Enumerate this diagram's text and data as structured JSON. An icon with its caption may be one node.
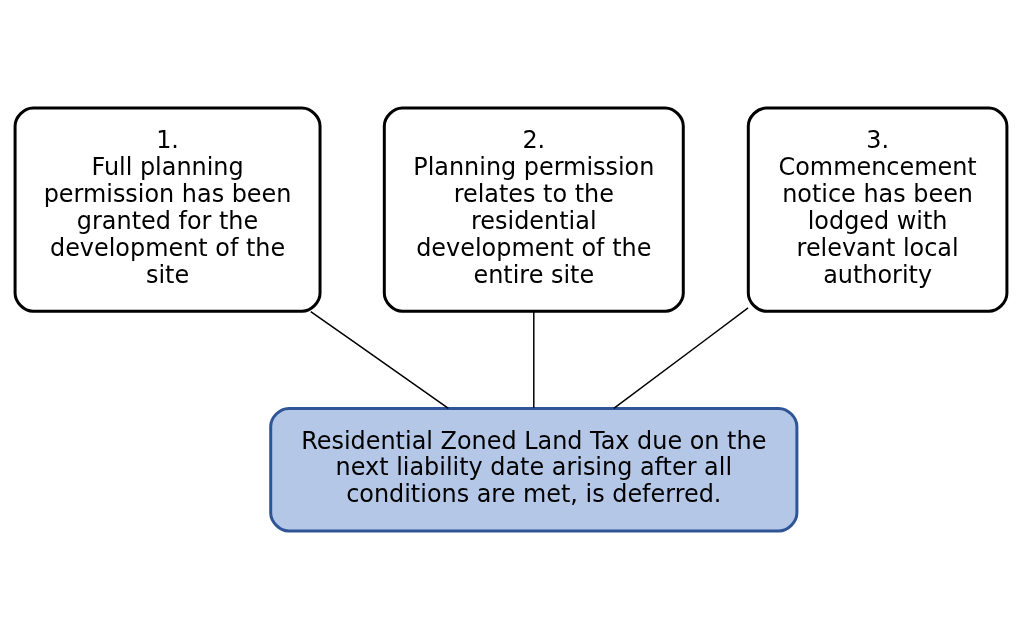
{
  "diagram": {
    "nodes": [
      {
        "text": [
          "1.",
          "Full planning permission has been granted for the development of the site"
        ]
      },
      {
        "text": [
          "2.",
          "Planning permission relates to the residential development of the entire site"
        ]
      },
      {
        "text": [
          "3.",
          "Commencement notice has been lodged with relevant local authority"
        ]
      },
      {
        "text": [
          "Residential Zoned Land Tax due on the next liability date arising after all conditions are met, is deferred."
        ]
      }
    ],
    "edges": [
      {
        "from": 0,
        "to": 3,
        "arrow": "none"
      },
      {
        "from": 1,
        "to": 3,
        "arrow": "none"
      },
      {
        "from": 2,
        "to": 3,
        "arrow": "none"
      }
    ]
  }
}
